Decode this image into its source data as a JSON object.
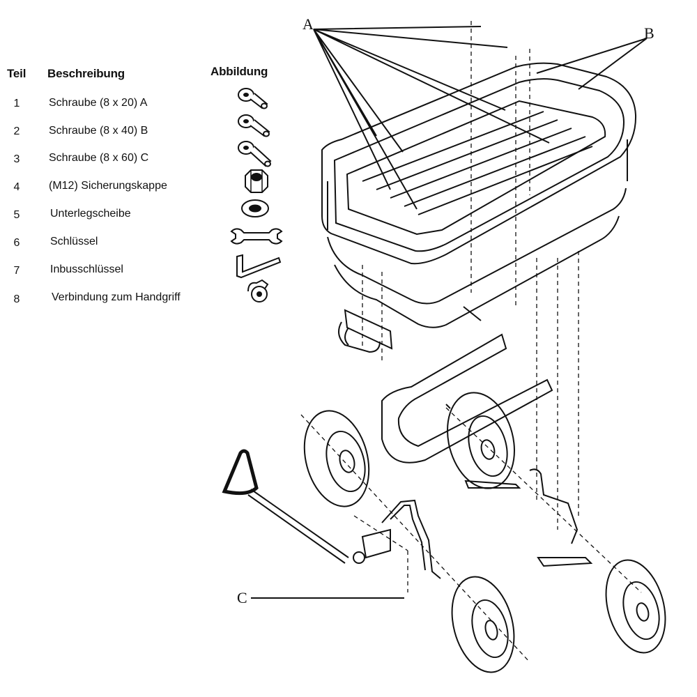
{
  "table": {
    "headers": {
      "part": "Teil",
      "description": "Beschreibung",
      "figure": "Abbildung"
    },
    "rows": [
      {
        "part": "1",
        "description": "Schraube (8 x 20) A",
        "icon": "bolt-short-icon"
      },
      {
        "part": "2",
        "description": "Schraube (8 x 40) B",
        "icon": "bolt-medium-icon"
      },
      {
        "part": "3",
        "description": "Schraube (8 x 60) C",
        "icon": "bolt-long-icon"
      },
      {
        "part": "4",
        "description": "(M12) Sicherungskappe",
        "icon": "lock-cap-icon"
      },
      {
        "part": "5",
        "description": "Unterlegscheibe",
        "icon": "washer-icon"
      },
      {
        "part": "6",
        "description": "Schlüssel",
        "icon": "wrench-icon"
      },
      {
        "part": "7",
        "description": "Inbusschlüssel",
        "icon": "allen-key-icon"
      },
      {
        "part": "8",
        "description": "Verbindung zum Handgriff",
        "icon": "handle-connector-icon"
      }
    ]
  },
  "callouts": {
    "a": "A",
    "b": "B",
    "c": "C"
  }
}
